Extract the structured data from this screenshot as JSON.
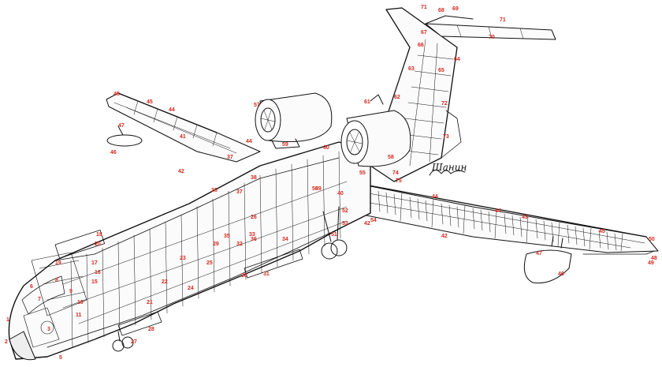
{
  "image": {
    "label_color": "#d42a1f",
    "line_color": "#111111",
    "subject": "amphibious jet aircraft cutaway",
    "signature_text": "Шанин"
  },
  "callouts": [
    "1",
    "2",
    "3",
    "5",
    "6",
    "7",
    "8",
    "9",
    "10",
    "11",
    "15",
    "16",
    "17",
    "18",
    "19",
    "20",
    "21",
    "22",
    "23",
    "24",
    "25",
    "26",
    "27",
    "28",
    "29",
    "30",
    "31",
    "32",
    "33",
    "34",
    "35",
    "36",
    "37",
    "38",
    "39",
    "40",
    "41",
    "42",
    "43",
    "44",
    "45",
    "46",
    "47",
    "48",
    "49",
    "50",
    "51",
    "52",
    "53",
    "54",
    "55",
    "56",
    "57",
    "58",
    "59",
    "60",
    "61",
    "62",
    "63",
    "64",
    "65",
    "66",
    "67",
    "68",
    "69",
    "70",
    "71",
    "72",
    "73",
    "74",
    "75"
  ]
}
